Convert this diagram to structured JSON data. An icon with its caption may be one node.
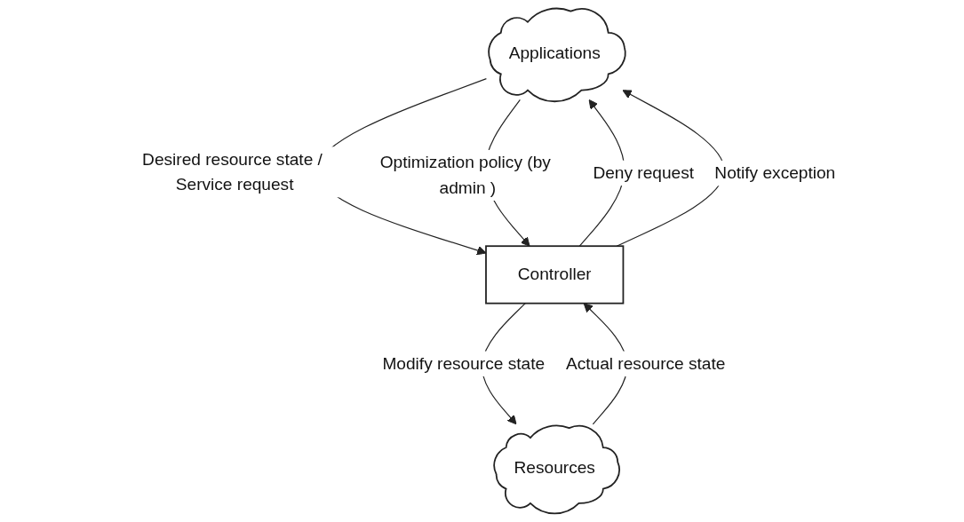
{
  "diagram": {
    "nodes": [
      {
        "text": [
          "Applications"
        ]
      },
      {
        "text": [
          "Controller"
        ]
      },
      {
        "text": [
          "Resources"
        ]
      }
    ],
    "edges": [
      {
        "from": 0,
        "to": 1,
        "arrow": "to",
        "label": "Desired resource state / Service request"
      },
      {
        "from": 0,
        "to": 1,
        "arrow": "to",
        "label": "Optimization policy (by admin )"
      },
      {
        "from": 1,
        "to": 0,
        "arrow": "to",
        "label": "Deny request"
      },
      {
        "from": 1,
        "to": 0,
        "arrow": "to",
        "label": "Notify exception"
      },
      {
        "from": 2,
        "to": 1,
        "arrow": "to",
        "label": "Actual resource state"
      },
      {
        "from": 1,
        "to": 2,
        "arrow": "to",
        "label": "Modify resource state"
      }
    ]
  }
}
